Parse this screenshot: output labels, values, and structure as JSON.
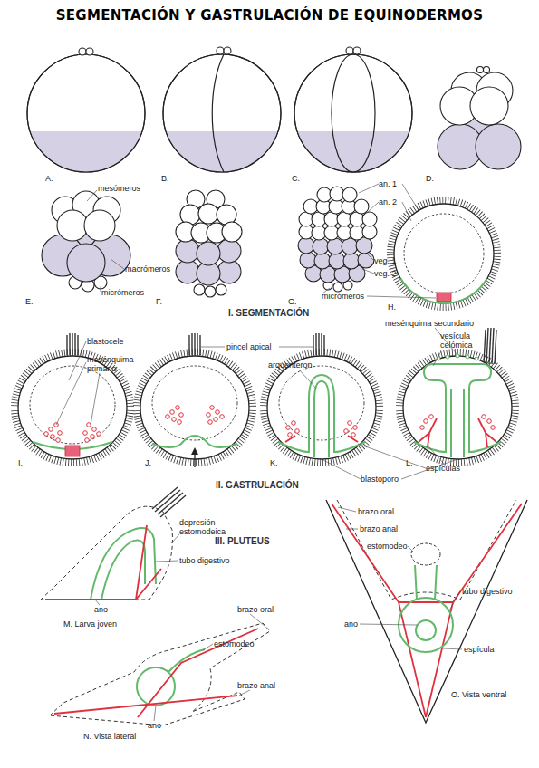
{
  "diagram": {
    "title": "SEGMENTACIÓN Y GASTRULACIÓN DE EQUINODERMOS",
    "labels": [
      "A.",
      "B.",
      "C.",
      "D.",
      "mesómeros",
      "macrómeros",
      "micrómeros",
      "E.",
      "F.",
      "an. 1",
      "an. 2",
      "veg. 1",
      "veg. 2",
      "micrómeros",
      "G.",
      "H.",
      "I. SEGMENTACIÓN",
      "blastocele",
      "mesénquima primario",
      "I.",
      "J.",
      "pincel apical",
      "mesénquima secundario",
      "arquenteron",
      "vesícula celómica",
      "espículas",
      "blastoporo",
      "K.",
      "L.",
      "II. GASTRULACIÓN",
      "depresión estomodeica",
      "tubo digestivo",
      "ano",
      "M. Larva joven",
      "III. PLUTEUS",
      "brazo oral",
      "estomodeo",
      "brazo anal",
      "ano",
      "N. Vista lateral",
      "brazo oral",
      "brazo anal",
      "estomodeo",
      "tubo digestivo",
      "ano",
      "espícula",
      "O. Vista ventral"
    ]
  }
}
